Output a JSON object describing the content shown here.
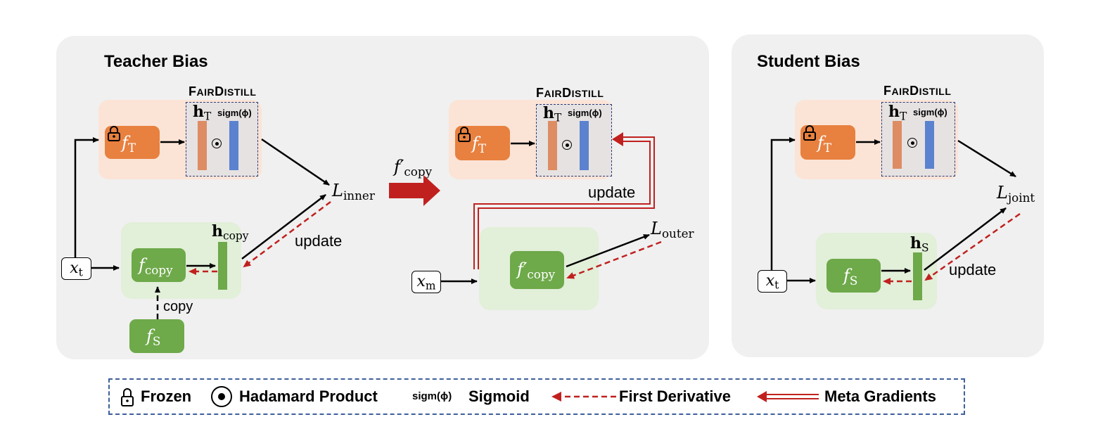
{
  "panels": {
    "teacher": {
      "title": "Teacher Bias"
    },
    "student": {
      "title": "Student Bias"
    }
  },
  "fairdistill": {
    "first": "F",
    "rest1": "AIR",
    "second": "D",
    "rest2": "ISTILL"
  },
  "models": {
    "f_T": {
      "sym": "f",
      "sub": "T"
    },
    "f_copy": {
      "sym": "f",
      "sub": "copy"
    },
    "f_S": {
      "sym": "f",
      "sub": "S"
    },
    "f_copy_prime": {
      "sym": "f′",
      "sub": "copy"
    }
  },
  "hidden": {
    "h_T": {
      "sym": "h",
      "sub": "T"
    },
    "h_copy": {
      "sym": "h",
      "sub": "copy"
    },
    "h_S": {
      "sym": "h",
      "sub": "S"
    },
    "sigm": "sigm(ϕ)"
  },
  "losses": {
    "inner": {
      "sym": "L",
      "sub": "inner"
    },
    "outer": {
      "sym": "L",
      "sub": "outer"
    },
    "joint": {
      "sym": "L",
      "sub": "joint"
    }
  },
  "inputs": {
    "x_t": {
      "sym": "x",
      "sub": "t"
    },
    "x_m": {
      "sym": "x",
      "sub": "m"
    }
  },
  "labels": {
    "update": "update",
    "copy": "copy",
    "arrow_label": {
      "sym": "f′",
      "sub": "copy"
    }
  },
  "legend": {
    "frozen": "Frozen",
    "hadamard": "Hadamard Product",
    "sigm": "sigm(ϕ)",
    "sigmoid": "Sigmoid",
    "first_derivative": "First Derivative",
    "meta_gradients": "Meta Gradients"
  },
  "colors": {
    "panel_bg": "#f0f0f0",
    "teacher_box": "#e8803f",
    "teacher_region": "#fbe4d6",
    "student_box": "#6ea94a",
    "student_region": "#e2efd9",
    "sigm_bar": "#5b82cf",
    "gradient_arrow": "#c0211f",
    "legend_border": "#3e5f9a"
  }
}
